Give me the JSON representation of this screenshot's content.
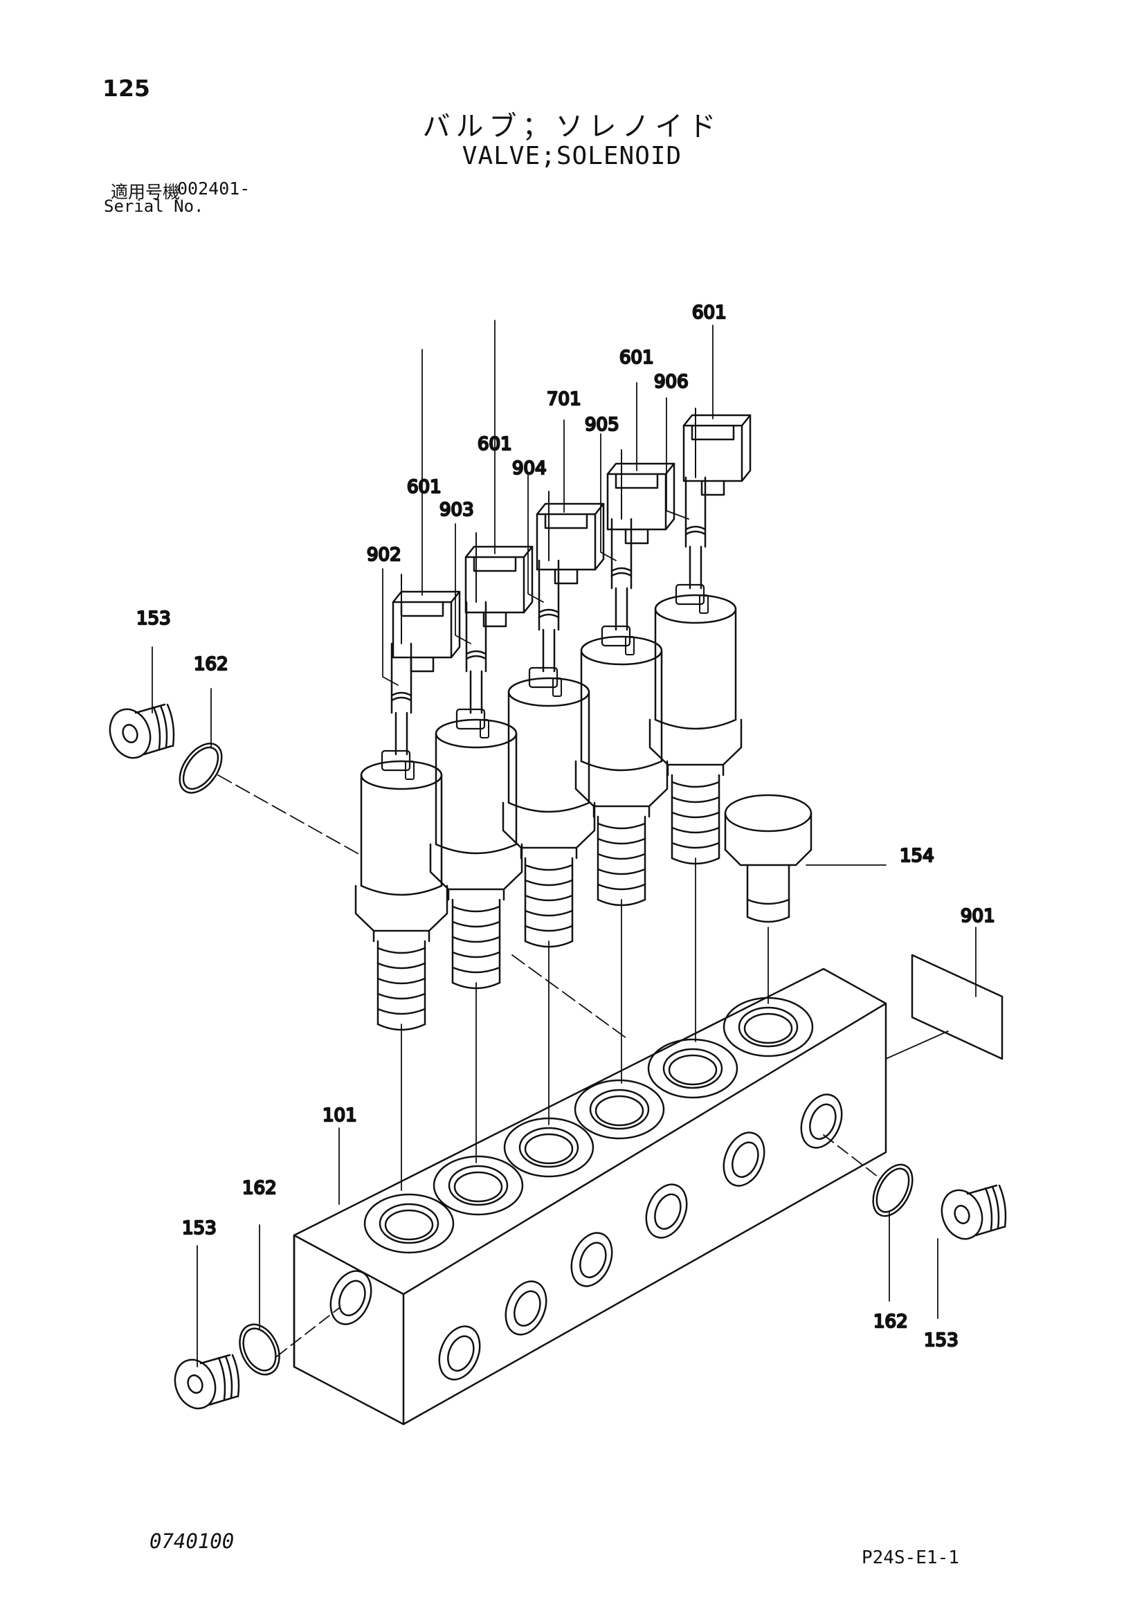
{
  "page_number": "125",
  "title_jp": "バルブ；ソレノイド",
  "title_en": "VALVE;SOLENOID",
  "serial": {
    "label_jp": "適用号機",
    "range": "002401-",
    "label_en": "Serial No."
  },
  "parts": {
    "p601_a": "601",
    "p601_b": "601",
    "p601_c": "601",
    "p601_d": "601",
    "p701": "701",
    "p902": "902",
    "p903": "903",
    "p904": "904",
    "p905": "905",
    "p906": "906",
    "p153_a": "153",
    "p153_b": "153",
    "p153_c": "153",
    "p162_a": "162",
    "p162_b": "162",
    "p162_c": "162",
    "p154": "154",
    "p901": "901",
    "p101": "101"
  },
  "footer": {
    "doc_code": "0740100",
    "sheet_code": "P24S-E1-1"
  }
}
